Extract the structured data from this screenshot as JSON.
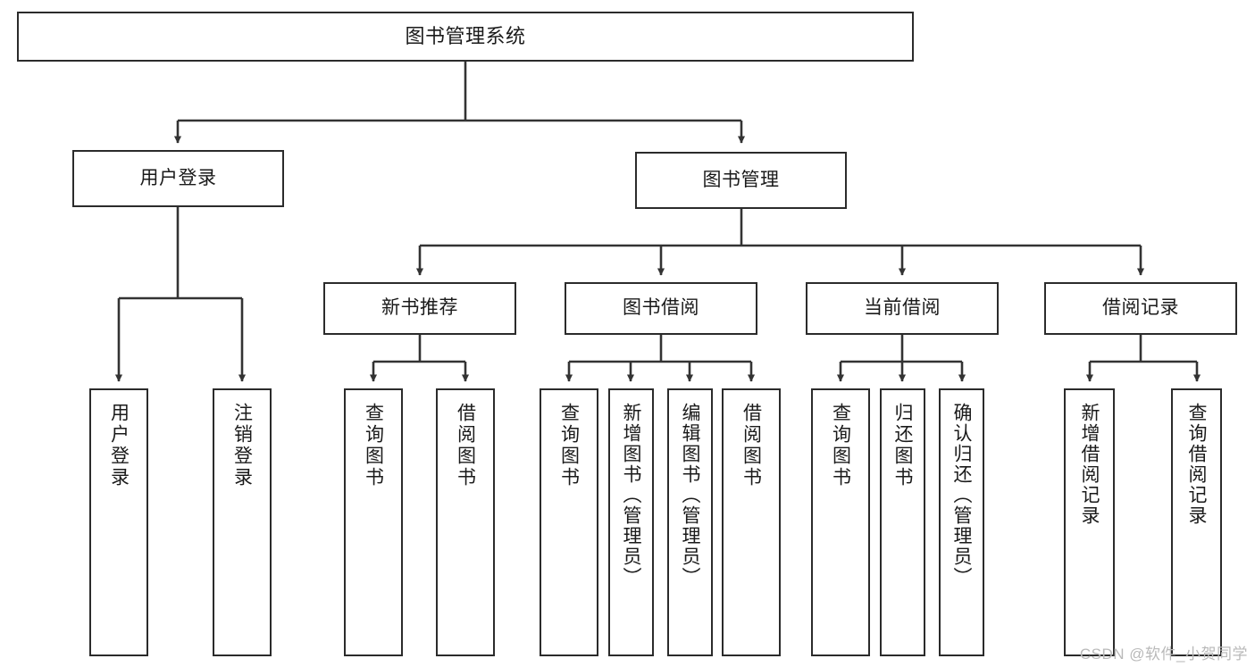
{
  "diagram": {
    "title": "图书管理系统",
    "type": "tree",
    "colors": {
      "box_border": "#2b2b2b",
      "box_fill": "#ffffff",
      "edge": "#333333",
      "text": "#1a1a1a",
      "watermark": "#b9b9b9",
      "background": "#ffffff"
    },
    "watermark": "CSDN @软件_小贺同学"
  },
  "nodes": {
    "root": {
      "label": "图书管理系统"
    },
    "level1": [
      {
        "id": "user-login",
        "label": "用户登录"
      },
      {
        "id": "book-management",
        "label": "图书管理"
      }
    ],
    "level2": [
      {
        "id": "new-book-recommend",
        "label": "新书推荐",
        "parent": "book-management"
      },
      {
        "id": "book-borrow",
        "label": "图书借阅",
        "parent": "book-management"
      },
      {
        "id": "current-borrow",
        "label": "当前借阅",
        "parent": "book-management"
      },
      {
        "id": "borrow-record",
        "label": "借阅记录",
        "parent": "book-management"
      }
    ],
    "leaves": [
      {
        "id": "leaf-user-login",
        "label": "用户登录",
        "parent": "user-login"
      },
      {
        "id": "leaf-user-logout",
        "label": "注销登录",
        "parent": "user-login"
      },
      {
        "id": "leaf-query-book-1",
        "label": "查询图书",
        "parent": "new-book-recommend"
      },
      {
        "id": "leaf-borrow-book-1",
        "label": "借阅图书",
        "parent": "new-book-recommend"
      },
      {
        "id": "leaf-query-book-2",
        "label": "查询图书",
        "parent": "book-borrow"
      },
      {
        "id": "leaf-add-book",
        "label": "新增图书（管理员）",
        "parent": "book-borrow"
      },
      {
        "id": "leaf-edit-book",
        "label": "编辑图书（管理员）",
        "parent": "book-borrow"
      },
      {
        "id": "leaf-borrow-book-2",
        "label": "借阅图书",
        "parent": "book-borrow"
      },
      {
        "id": "leaf-query-book-3",
        "label": "查询图书",
        "parent": "current-borrow"
      },
      {
        "id": "leaf-return-book",
        "label": "归还图书",
        "parent": "current-borrow"
      },
      {
        "id": "leaf-confirm-return",
        "label": "确认归还（管理员）",
        "parent": "current-borrow"
      },
      {
        "id": "leaf-add-record",
        "label": "新增借阅记录",
        "parent": "borrow-record"
      },
      {
        "id": "leaf-query-record",
        "label": "查询借阅记录",
        "parent": "borrow-record"
      }
    ]
  }
}
